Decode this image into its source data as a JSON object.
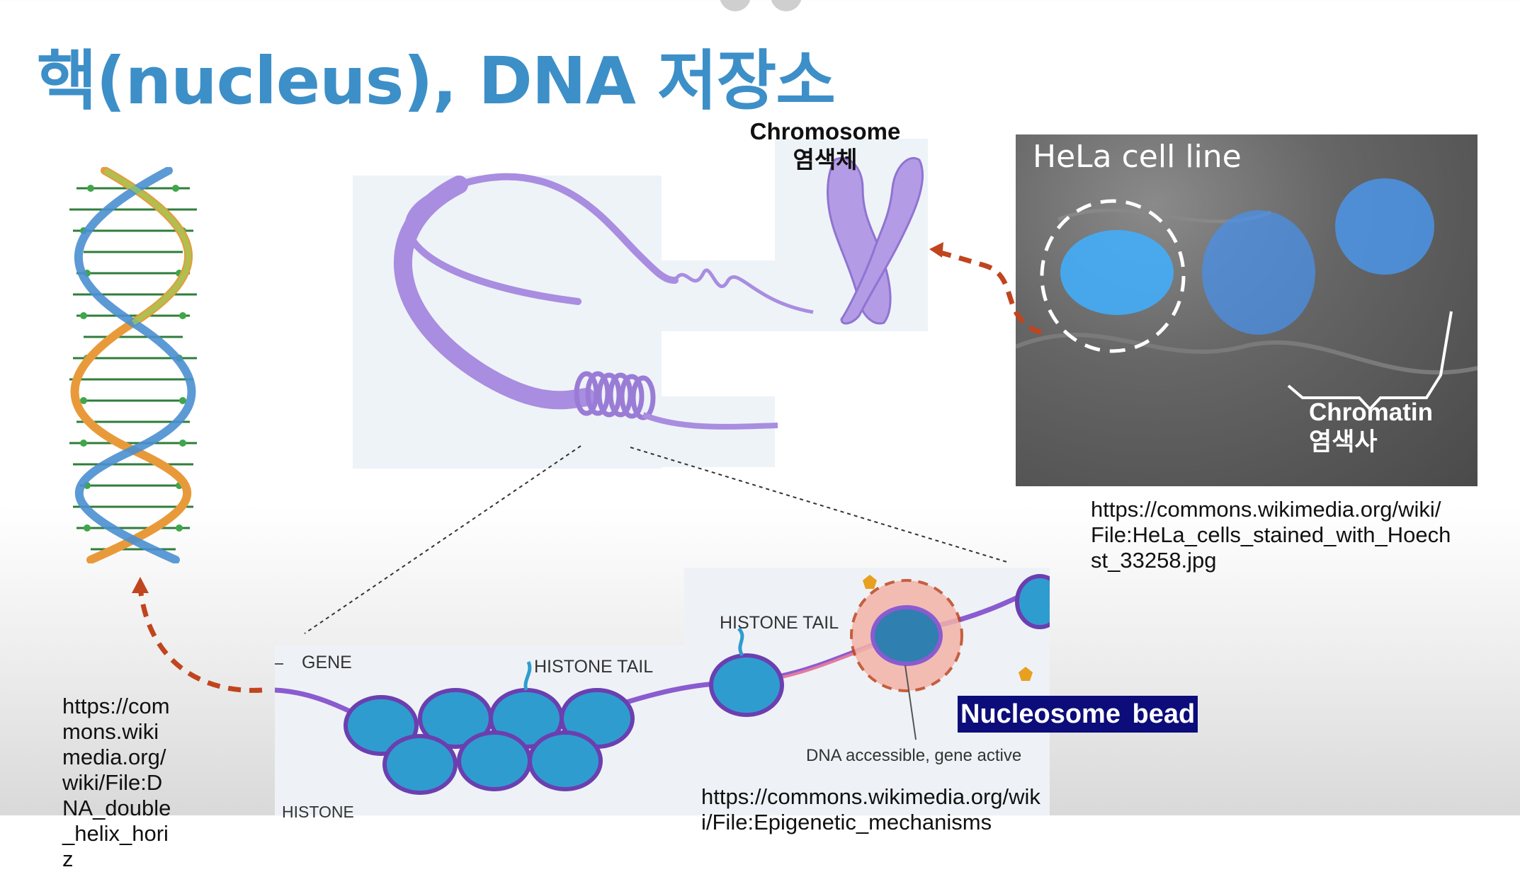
{
  "slide": {
    "title": "핵(nucleus), DNA 저장소"
  },
  "chromosome": {
    "label_en": "Chromosome",
    "label_ko": "염색체"
  },
  "hela": {
    "title": "HeLa cell line",
    "chromatin_en": "Chromatin",
    "chromatin_ko": "염색사",
    "source_url": "https://commons.wikimedia.org/wiki/File:HeLa_cells_stained_with_Hoechst_33258.jpg"
  },
  "dna_helix": {
    "source_url": "https://commons.wikimedia.org/wiki/File:DNA_double_helix_horiz"
  },
  "nucleosome": {
    "gene_label": "GENE",
    "histone_tail_label_1": "HISTONE TAIL",
    "histone_tail_label_2": "HISTONE TAIL",
    "histone_label": "HISTONE",
    "dna_accessible_label": "DNA accessible, gene active",
    "bead_label": "Nucleosome bead",
    "source_url": "https://commons.wikimedia.org/wiki/File:Epigenetic_mechanisms"
  },
  "colors": {
    "title": "#3d8fc8",
    "arrow": "#c0451e",
    "chromosome": "#b49be6",
    "nucleus_stain": "#4aa7ff",
    "histone": "#2b8fc4",
    "bead_label_bg": "#0c0c7a"
  }
}
